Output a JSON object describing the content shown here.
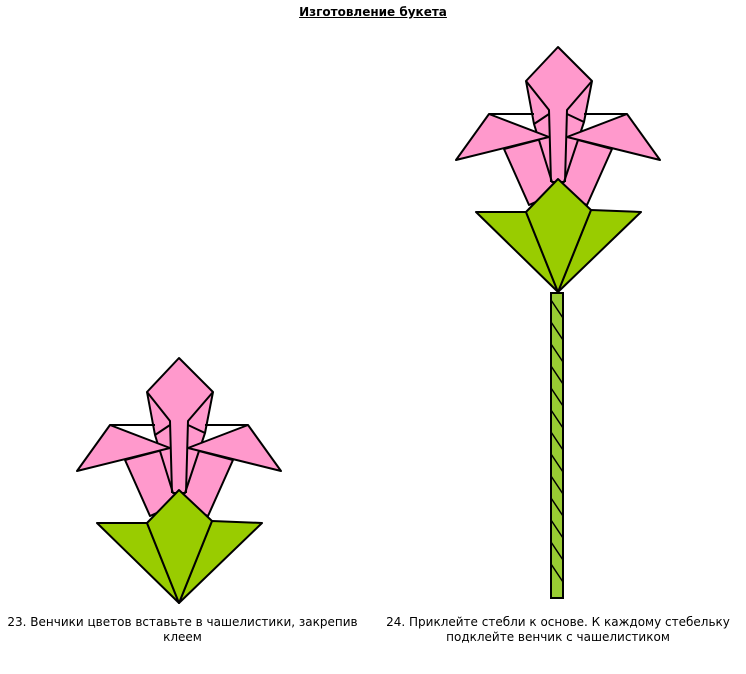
{
  "title": "Изготовление букета",
  "steps": [
    {
      "caption": "23. Венчики цветов вставьте в чашелистики, закрепив клеем"
    },
    {
      "caption": "24. Приклейте стебли к основе. К каждому стебельку подклейте венчик с чашелистиком"
    }
  ],
  "colors": {
    "petal": "#ff99cc",
    "leaf": "#99cc00",
    "stem": "#99cc33"
  }
}
